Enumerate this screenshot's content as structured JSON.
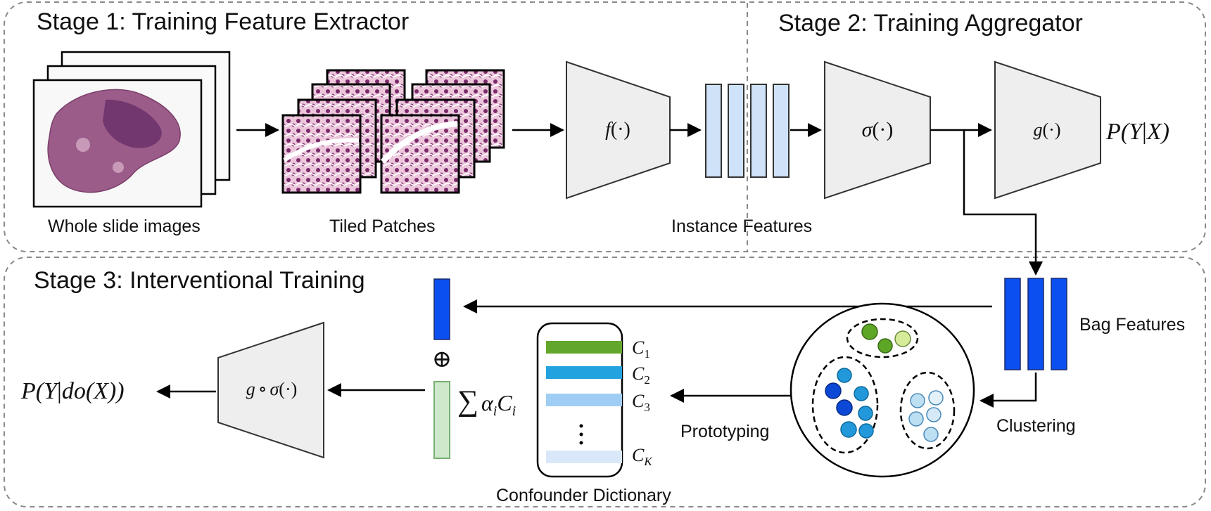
{
  "stages": {
    "stage1": "Stage 1: Training Feature Extractor",
    "stage2": "Stage 2: Training Aggregator",
    "stage3": "Stage 3: Interventional Training"
  },
  "captions": {
    "wsi": "Whole slide images",
    "patches": "Tiled Patches",
    "instance_features": "Instance Features",
    "bag_features": "Bag Features",
    "clustering": "Clustering",
    "prototyping": "Prototyping",
    "confounder_dictionary": "Confounder Dictionary"
  },
  "modules": {
    "f_fn": "f",
    "sigma_fn": "σ",
    "g_fn": "g",
    "composite_g": "g",
    "composite_circ": "∘",
    "composite_sigma": "σ",
    "arg": "(·)"
  },
  "outputs": {
    "p_main": "P(Y",
    "bar": "|",
    "given_x": "X)",
    "do_prefix": "P(Y",
    "do_body": "do(X))"
  },
  "dictionary": {
    "labels": [
      "C1",
      "C2",
      "C3",
      "CK"
    ],
    "sum_symbol": "∑",
    "alpha": "α",
    "alpha_sub": "i",
    "c_letter": "C",
    "c_sub": "i",
    "oplus": "⊕",
    "vdots": "⋮"
  },
  "colors": {
    "instance_feature": "#cfe2f8",
    "bag_feature": "#0b4ff0",
    "prototype_feature": "#cfe8cc",
    "green_cluster": "#5ea626",
    "green_light": "#d5eb9a",
    "blue_cluster": "#2298da",
    "blue_dark": "#0b48d6",
    "light_cluster": "#bddff2",
    "dict_c1": "#62a62b",
    "dict_c2": "#22a2de",
    "dict_c3": "#9fcdf4",
    "dict_ck": "#d9e8f8",
    "module_fill": "#eeeeee",
    "tissue": "#9c5c8a"
  }
}
